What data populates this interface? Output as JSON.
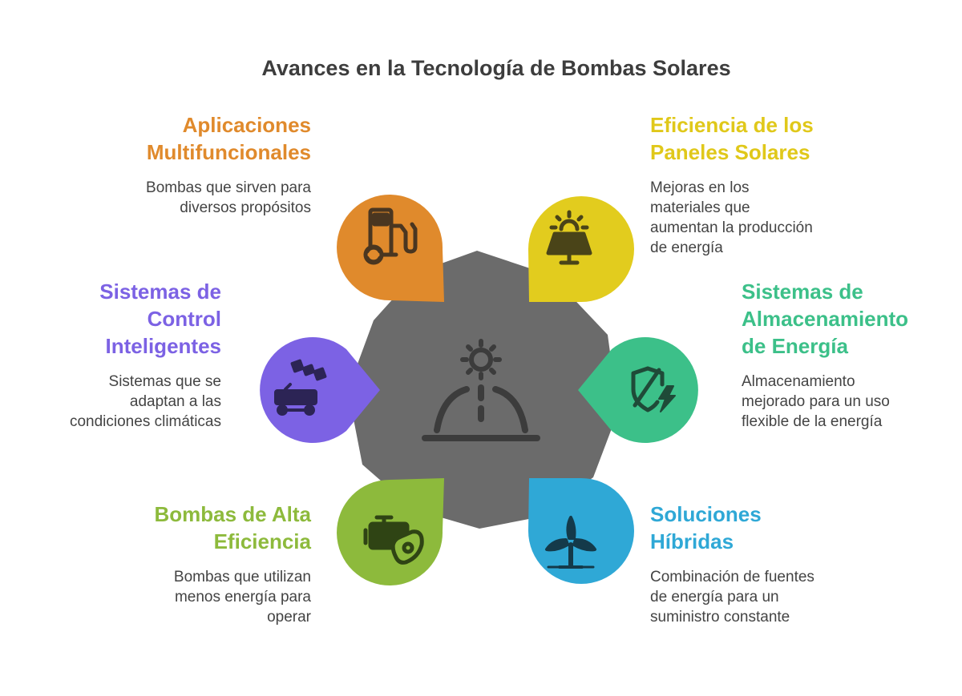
{
  "title": "Avances en la Tecnología de Bombas Solares",
  "colors": {
    "center": "#6b6b6b",
    "orange": "#e08a2c",
    "yellow": "#e2cc1e",
    "purple": "#7c62e4",
    "green": "#3cc089",
    "lime": "#8dba3c",
    "blue": "#2fa8d6"
  },
  "center_icon": "solar-pump-dome-icon",
  "items": {
    "aplicaciones": {
      "heading": [
        "Aplicaciones",
        "Multifuncionales"
      ],
      "description": [
        "Bombas que sirven para",
        "diversos propósitos"
      ],
      "icon": "fuel-pump-icon"
    },
    "eficiencia_paneles": {
      "heading": [
        "Eficiencia de los",
        "Paneles Solares"
      ],
      "description": [
        "Mejoras en los",
        "materiales que",
        "aumentan la producción",
        "de energía"
      ],
      "icon": "solar-panel-icon"
    },
    "control": {
      "heading": [
        "Sistemas de",
        "Control",
        "Inteligentes"
      ],
      "description": [
        "Sistemas que se",
        "adaptan a las",
        "condiciones climáticas"
      ],
      "icon": "satellite-rover-icon"
    },
    "almacenamiento": {
      "heading": [
        "Sistemas de",
        "Almacenamiento",
        "de Energía"
      ],
      "description": [
        "Almacenamiento",
        "mejorado para un uso",
        "flexible de la energía"
      ],
      "icon": "shield-bolt-icon"
    },
    "alta_eficiencia": {
      "heading": [
        "Bombas de Alta",
        "Eficiencia"
      ],
      "description": [
        "Bombas que utilizan",
        "menos energía para",
        "operar"
      ],
      "icon": "engine-icon"
    },
    "hibridas": {
      "heading": [
        "Soluciones",
        "Híbridas"
      ],
      "description": [
        "Combinación de fuentes",
        "de energía para un",
        "suministro constante"
      ],
      "icon": "wind-turbine-icon"
    }
  }
}
